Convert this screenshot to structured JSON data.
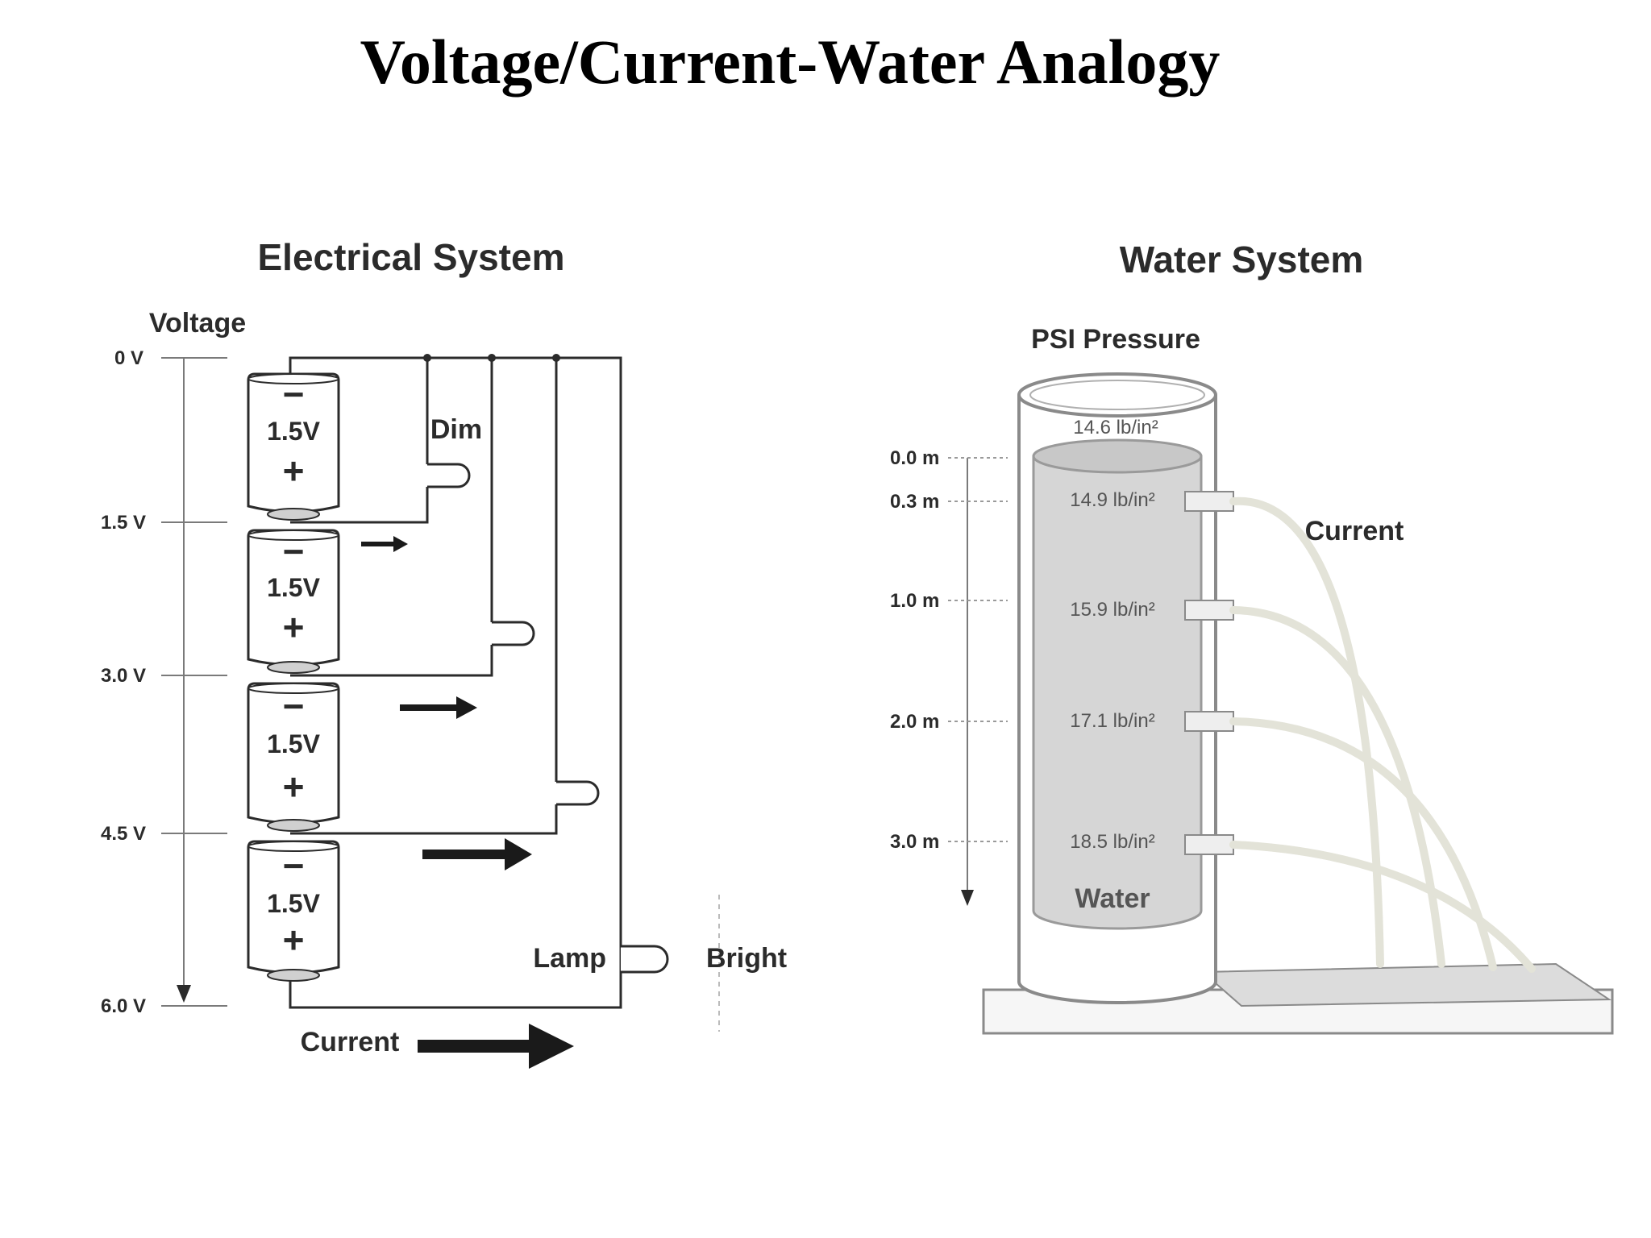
{
  "title": "Voltage/Current-Water Analogy",
  "electrical": {
    "heading": "Electrical System",
    "voltage_label": "Voltage",
    "levels": [
      "0 V",
      "1.5 V",
      "3.0 V",
      "4.5 V",
      "6.0 V"
    ],
    "cells": [
      {
        "minus": "−",
        "label": "1.5V",
        "plus": "+"
      },
      {
        "minus": "−",
        "label": "1.5V",
        "plus": "+"
      },
      {
        "minus": "−",
        "label": "1.5V",
        "plus": "+"
      },
      {
        "minus": "−",
        "label": "1.5V",
        "plus": "+"
      }
    ],
    "dim_label": "Dim",
    "lamp_label": "Lamp",
    "bright_label": "Bright",
    "current_label": "Current"
  },
  "water": {
    "heading": "Water System",
    "pressure_label": "PSI Pressure",
    "top_pressure": "14.6 lb/in²",
    "depths": [
      "0.0 m",
      "0.3 m",
      "1.0 m",
      "2.0 m",
      "3.0 m"
    ],
    "pressures": [
      "14.9 lb/in²",
      "15.9 lb/in²",
      "17.1 lb/in²",
      "18.5 lb/in²"
    ],
    "current_label": "Current",
    "water_label": "Water"
  },
  "colors": {
    "ink": "#2b2b2b",
    "water": "#d6d6d6",
    "stream": "#e3e3d8",
    "tank_base": "#e4e4e4"
  }
}
